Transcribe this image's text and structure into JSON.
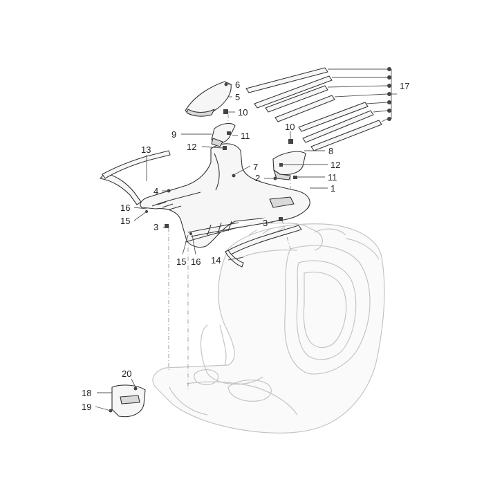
{
  "callouts": [
    {
      "id": "c1",
      "label": "1"
    },
    {
      "id": "c2",
      "label": "2"
    },
    {
      "id": "c3a",
      "label": "3"
    },
    {
      "id": "c3b",
      "label": "3"
    },
    {
      "id": "c4",
      "label": "4"
    },
    {
      "id": "c5",
      "label": "5"
    },
    {
      "id": "c6",
      "label": "6"
    },
    {
      "id": "c7",
      "label": "7"
    },
    {
      "id": "c8",
      "label": "8"
    },
    {
      "id": "c9",
      "label": "9"
    },
    {
      "id": "c10a",
      "label": "10"
    },
    {
      "id": "c10b",
      "label": "10"
    },
    {
      "id": "c11a",
      "label": "11"
    },
    {
      "id": "c11b",
      "label": "11"
    },
    {
      "id": "c12a",
      "label": "12"
    },
    {
      "id": "c12b",
      "label": "12"
    },
    {
      "id": "c13",
      "label": "13"
    },
    {
      "id": "c14",
      "label": "14"
    },
    {
      "id": "c15a",
      "label": "15"
    },
    {
      "id": "c15b",
      "label": "15"
    },
    {
      "id": "c16a",
      "label": "16"
    },
    {
      "id": "c16b",
      "label": "16"
    },
    {
      "id": "c17",
      "label": "17"
    },
    {
      "id": "c18",
      "label": "18"
    },
    {
      "id": "c19",
      "label": "19"
    },
    {
      "id": "c20",
      "label": "20"
    }
  ]
}
